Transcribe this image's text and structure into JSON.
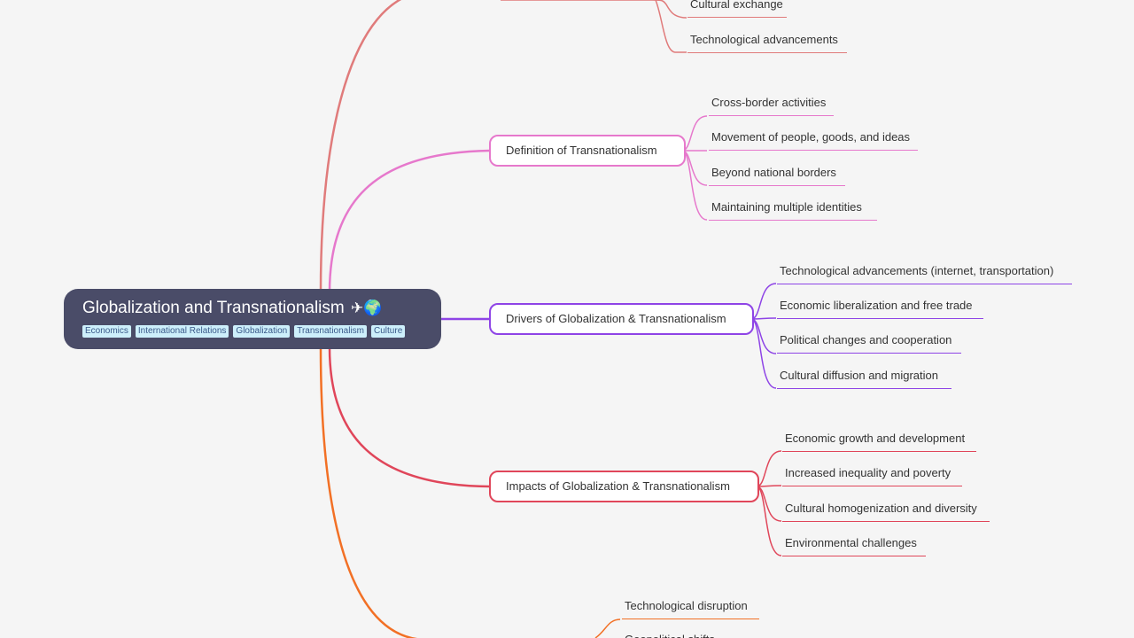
{
  "colors": {
    "top": "#e07b7b",
    "definition": "#e678cc",
    "drivers": "#8e44e6",
    "impacts": "#e0465a",
    "bottom": "#f27025"
  },
  "root": {
    "title": "Globalization and Transnationalism",
    "emoji": "✈🌍",
    "tags": [
      "Economics",
      "International Relations",
      "Globalization",
      "Transnationalism",
      "Culture"
    ]
  },
  "top_branch": {
    "leaves": [
      "Cultural exchange",
      "Technological advancements"
    ]
  },
  "branches": [
    {
      "label": "Definition of Transnationalism",
      "leaves": [
        "Cross-border activities",
        "Movement of people, goods, and ideas",
        "Beyond national borders",
        "Maintaining multiple identities"
      ]
    },
    {
      "label": "Drivers of Globalization & Transnationalism",
      "leaves": [
        "Technological advancements (internet, transportation)",
        "Economic liberalization and free trade",
        "Political changes and cooperation",
        "Cultural diffusion and migration"
      ]
    },
    {
      "label": "Impacts of Globalization & Transnationalism",
      "leaves": [
        "Economic growth and development",
        "Increased inequality and poverty",
        "Cultural homogenization and diversity",
        "Environmental challenges"
      ]
    }
  ],
  "bottom_branch": {
    "leaves": [
      "Technological disruption",
      "Geopolitical shifts"
    ]
  }
}
